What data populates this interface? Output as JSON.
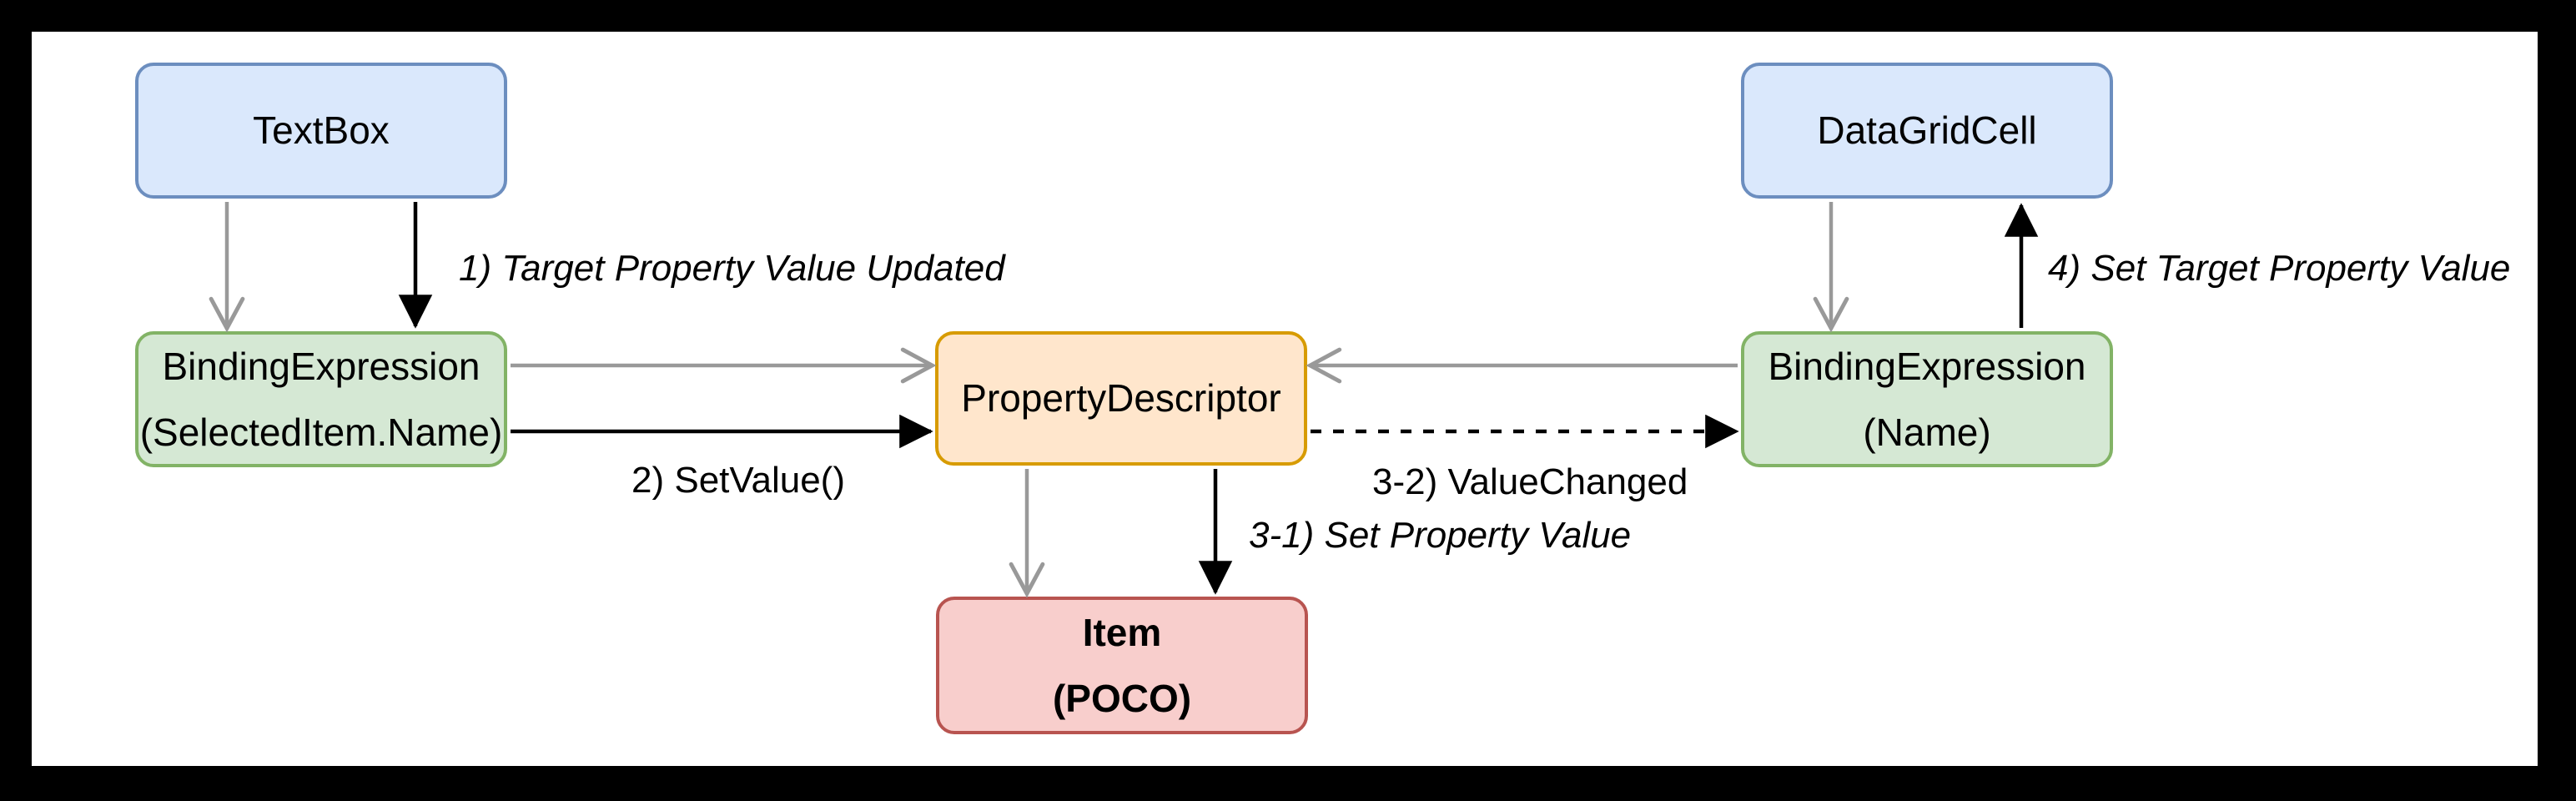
{
  "colors": {
    "frame_bg": "#000000",
    "canvas_bg": "#ffffff",
    "text": "#000000",
    "blue_fill": "#dae8fc",
    "blue_stroke": "#6c8ebf",
    "green_fill": "#d5e8d4",
    "green_stroke": "#82b366",
    "orange_fill": "#ffe6cc",
    "orange_stroke": "#d79b00",
    "red_fill": "#f8cecc",
    "red_stroke": "#b85450",
    "gray_arrow": "#999999",
    "black_arrow": "#000000"
  },
  "nodes": {
    "textbox": {
      "lines": [
        "TextBox"
      ]
    },
    "datagridcell": {
      "lines": [
        "DataGridCell"
      ]
    },
    "binding_expression_selecteditem": {
      "lines": [
        "BindingExpression",
        "(SelectedItem.Name)"
      ]
    },
    "property_descriptor": {
      "lines": [
        "PropertyDescriptor"
      ]
    },
    "binding_expression_name": {
      "lines": [
        "BindingExpression",
        "(Name)"
      ]
    },
    "item_poco": {
      "lines": [
        "Item",
        "(POCO)"
      ]
    }
  },
  "edge_labels": {
    "step_1": "1) Target Property Value Updated",
    "step_2": "2) SetValue()",
    "step_3_1": "3-1) Set Property Value",
    "step_3_2": "3-2) ValueChanged",
    "step_4": "4) Set Target Property Value"
  }
}
